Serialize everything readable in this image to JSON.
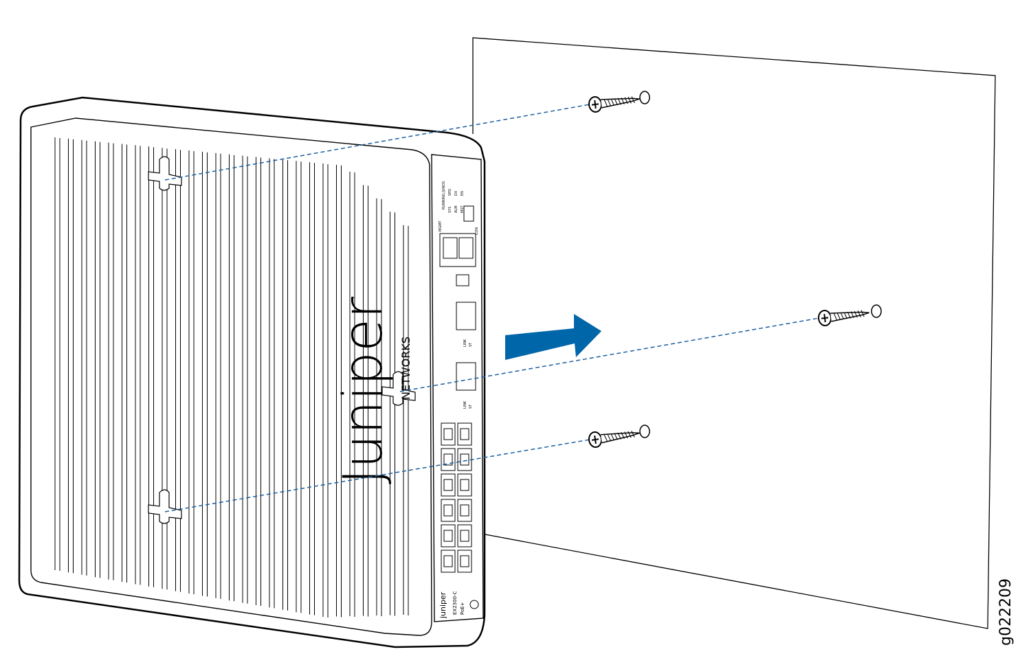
{
  "figure_id": "g022209",
  "device": {
    "brand_logo": "Juniper",
    "brand_sub": "NETWORKS",
    "model": "EX2300-C",
    "model_sub": "PoE+",
    "panel_brand": "juniper",
    "panel_header": "RUNNING JUNOS",
    "leds_left": [
      "SYS",
      "ALM",
      "MST"
    ],
    "leds_right": [
      "SPD",
      "DX",
      "EN"
    ],
    "mgmt_label": "MGMT",
    "con_label": "CON",
    "uplink_labels": [
      "LINK",
      "ST"
    ]
  },
  "colors": {
    "arrow": "#0066aa",
    "dash": "#1a5fa0",
    "line": "#000000"
  }
}
